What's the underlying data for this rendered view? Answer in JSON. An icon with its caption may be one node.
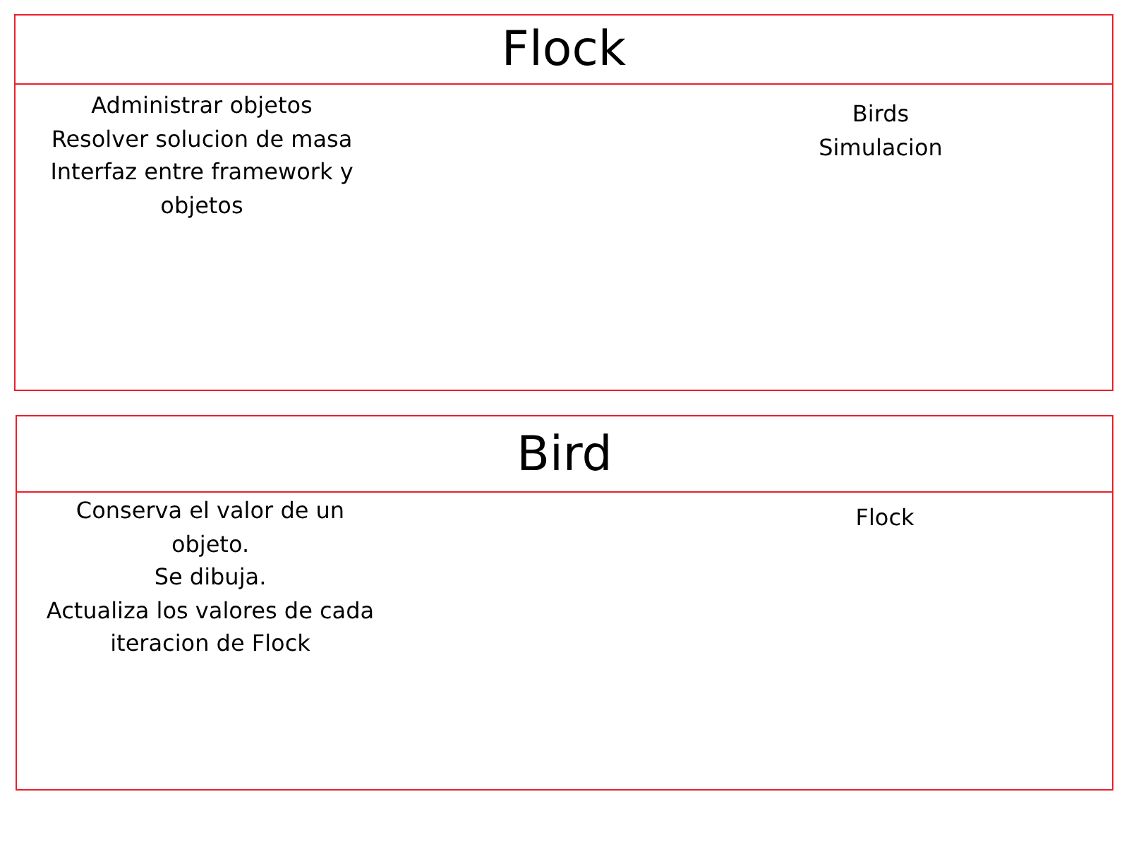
{
  "diagram": {
    "nodes": [
      {
        "text": [
          "Flock"
        ]
      },
      {
        "text": [
          "Administrar objetos",
          "Resolver solucion de masa",
          "Interfaz entre framework y objetos"
        ],
        "in": 0
      },
      {
        "text": [
          "Birds",
          "Simulacion"
        ],
        "in": 0
      },
      {
        "text": [
          "Bird"
        ]
      },
      {
        "text": [
          "Conserva el valor de un objeto.",
          "Se dibuja.",
          "Actualiza los valores de cada iteracion de Flock"
        ],
        "in": 3
      },
      {
        "text": [
          "Flock"
        ],
        "in": 3
      }
    ]
  }
}
